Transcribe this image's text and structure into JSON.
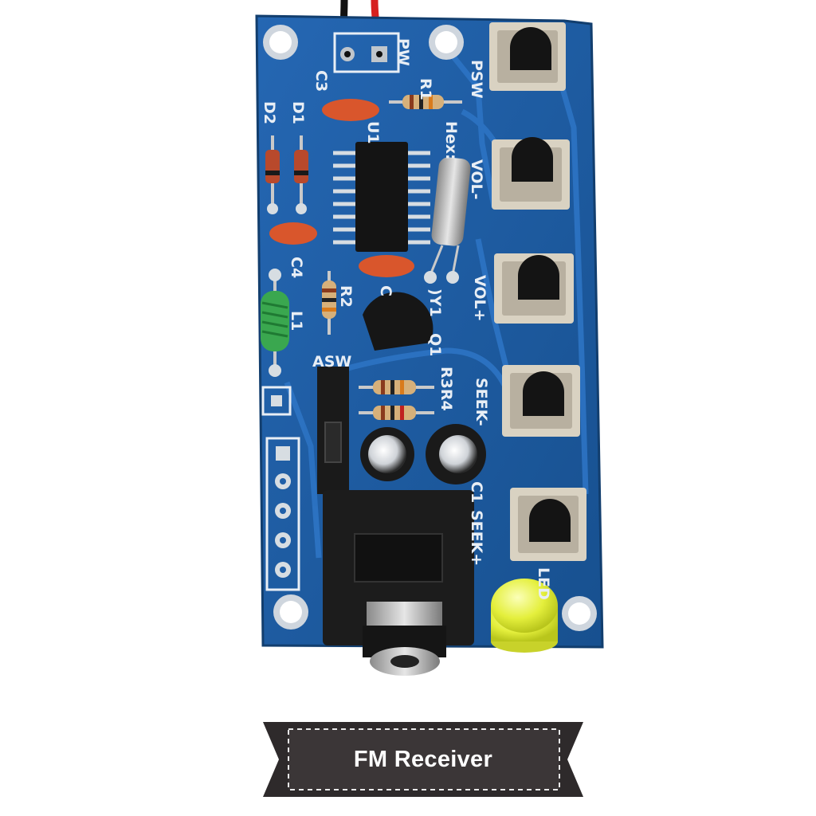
{
  "image": {
    "subject": "FM radio receiver kit PCB",
    "colors": {
      "background": "#ffffff",
      "pcb": "#1f5fa8",
      "banner": "#2e2a2b"
    }
  },
  "silkscreen": {
    "pw": "PW",
    "psw": "PSW",
    "c3": "C3",
    "r1": "R1",
    "d2": "D2",
    "d1": "D1",
    "u1": "U1",
    "hex": "Hex:",
    "vol_minus": "VOL-",
    "c4": "C4",
    "r2": "R2",
    "c2": "C",
    "y1": ")Y1",
    "vol_plus": "VOL+",
    "l1": "L1",
    "q1": "Q1",
    "asw": "ASW",
    "r3r4": "R3R4",
    "seek_minus": "SEEK-",
    "c1": "C1",
    "seek_plus": "SEEK+",
    "led": "LED"
  },
  "banner": {
    "label": "FM Receiver"
  }
}
